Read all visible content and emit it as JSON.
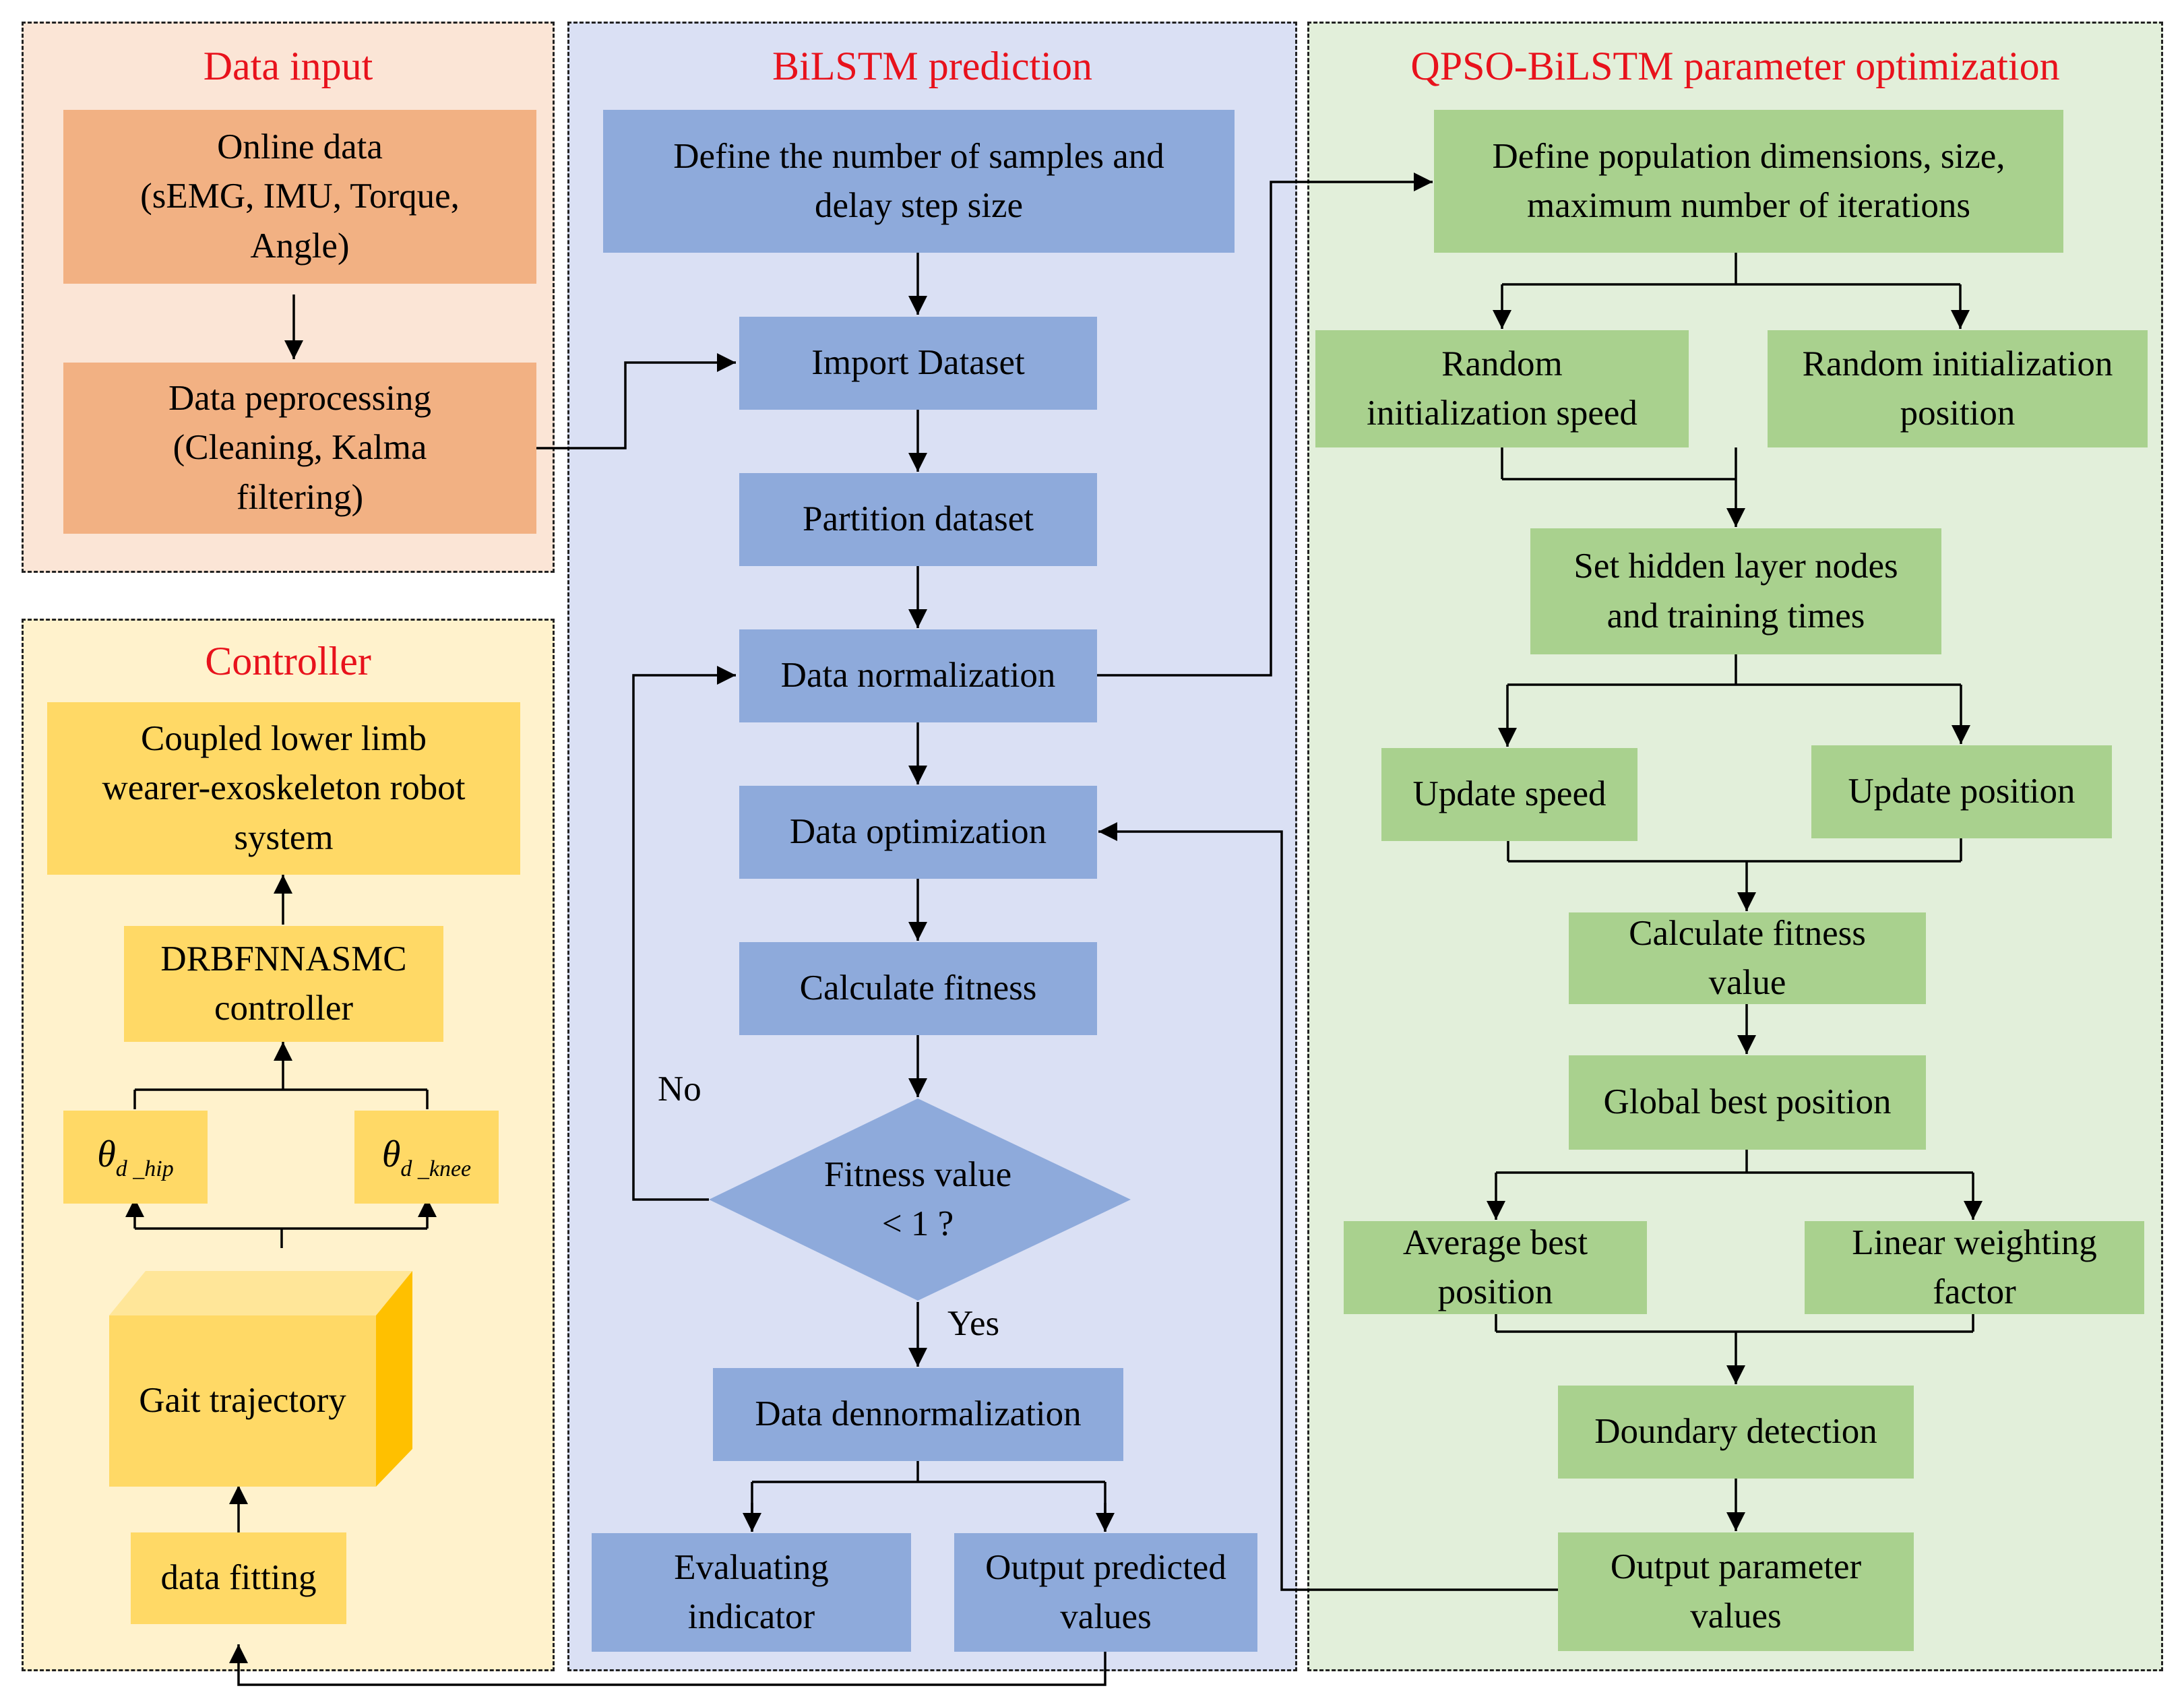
{
  "panels": {
    "data_input": {
      "title": "Data input",
      "bg": "#fbe5d6"
    },
    "controller": {
      "title": "Controller",
      "bg": "#fff2cc"
    },
    "bilstm": {
      "title": "BiLSTM prediction",
      "bg": "#dae0f4"
    },
    "qpso": {
      "title": "QPSO-BiLSTM parameter optimization",
      "bg": "#e2efda"
    }
  },
  "data_input": {
    "online_data": "Online data\n(sEMG, IMU, Torque,\nAngle)",
    "preprocessing": "Data peprocessing\n(Cleaning,  Kalma\nfiltering)"
  },
  "controller": {
    "coupled_system": "Coupled lower limb\nwearer-exoskeleton robot\nsystem",
    "drbfnnasmc": "DRBFNNASMC\ncontroller",
    "theta_symbol": "θ",
    "theta_hip_sub": "d _hip",
    "theta_knee_sub": "d _knee",
    "gait_trajectory": "Gait trajectory",
    "data_fitting": "data fitting"
  },
  "bilstm": {
    "define_samples": "Define the number of samples and\ndelay step size",
    "import_dataset": "Import Dataset",
    "partition_dataset": "Partition dataset",
    "normalization": "Data normalization",
    "optimization": "Data optimization",
    "calc_fitness": "Calculate fitness",
    "decision": "Fitness value\n< 1 ?",
    "no_label": "No",
    "yes_label": "Yes",
    "denormalization": "Data dennormalization",
    "evaluating": "Evaluating\nindicator",
    "output_predicted": "Output predicted\nvalues"
  },
  "qpso": {
    "define_population": "Define population dimensions, size,\nmaximum number of iterations",
    "random_speed": "Random\ninitialization speed",
    "random_position": "Random initialization\nposition",
    "hidden_nodes": "Set hidden layer nodes\nand training times",
    "update_speed": "Update speed",
    "update_position": "Update position",
    "calc_fitness_value": "Calculate fitness\nvalue",
    "global_best": "Global best position",
    "average_best": "Average best\nposition",
    "linear_weighting": "Linear weighting\nfactor",
    "boundary_detection": "Doundary detection",
    "output_parameter": "Output parameter\nvalues"
  },
  "colors": {
    "title_red": "#e8121c",
    "orange_box": "#f2b183",
    "blue_box": "#8eaadb",
    "green_box": "#a9d18e",
    "yellow_box": "#ffd966",
    "cube_side": "#ffc000",
    "cube_top": "#ffe699"
  }
}
